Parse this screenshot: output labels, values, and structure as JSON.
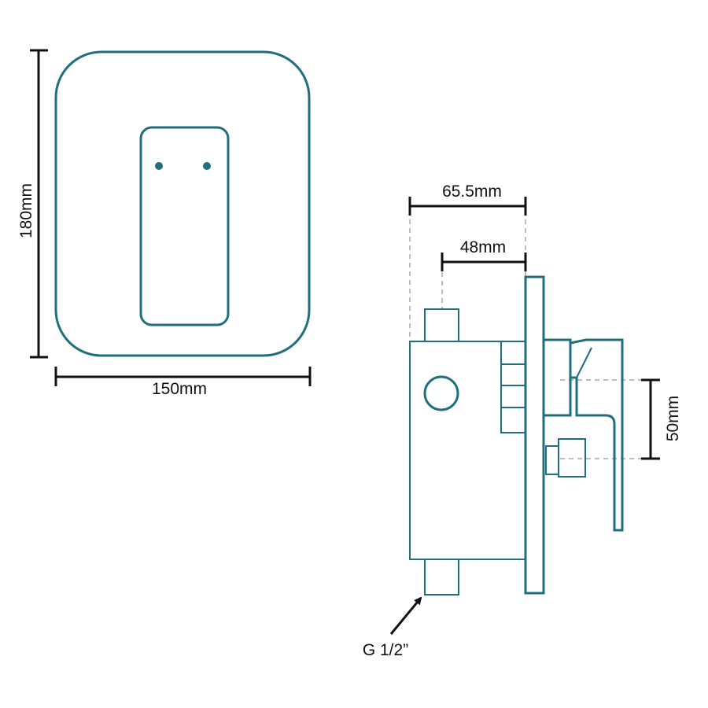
{
  "front_view": {
    "height_label": "180mm",
    "width_label": "150mm"
  },
  "side_view": {
    "overall_depth_label": "65.5mm",
    "body_depth_label": "48mm",
    "outlet_spacing_label": "50mm",
    "thread_label": "G 1/2”"
  },
  "colors": {
    "outline": "#1f6f7c",
    "dimension": "#111111",
    "guide": "#bdbdbd"
  }
}
